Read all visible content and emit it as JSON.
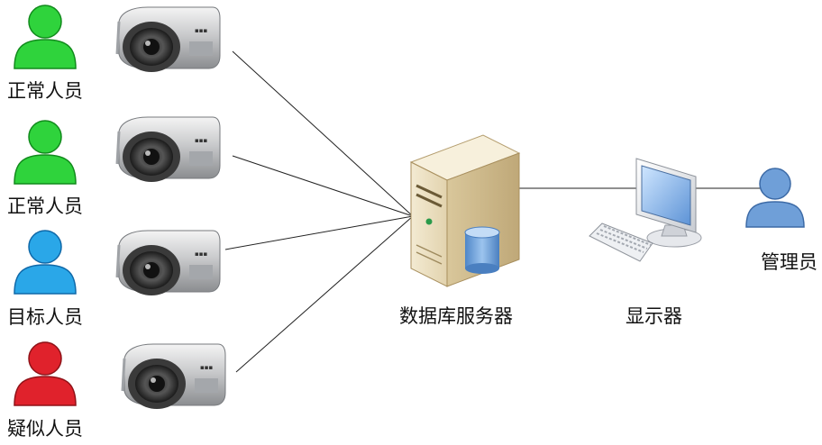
{
  "people": [
    {
      "label": "正常人员",
      "color": "#2fd33c",
      "shade": "#118a1c"
    },
    {
      "label": "正常人员",
      "color": "#2fd33c",
      "shade": "#118a1c"
    },
    {
      "label": "目标人员",
      "color": "#2aa7e8",
      "shade": "#0f68a8"
    },
    {
      "label": "疑似人员",
      "color": "#e0222c",
      "shade": "#8f1218"
    }
  ],
  "server": {
    "label": "数据库服务器"
  },
  "display": {
    "label": "显示器"
  },
  "admin": {
    "label": "管理员",
    "color": "#6f9fd8",
    "shade": "#3c6aa6"
  },
  "icons": {
    "camera": "cctv-camera-icon",
    "server": "database-server-icon",
    "display": "monitor-keyboard-icon",
    "person": "person-silhouette-icon"
  }
}
